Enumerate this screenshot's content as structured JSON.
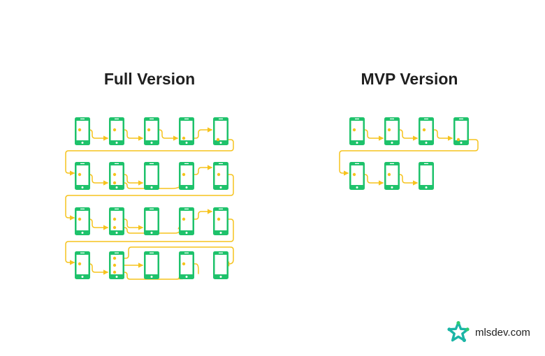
{
  "titles": {
    "full": "Full Version",
    "mvp": "MVP Version"
  },
  "logo": {
    "text": "mlsdev.com"
  },
  "colors": {
    "phone": "#1ec26b",
    "arrow": "#f6c31d",
    "text": "#1f1f1f",
    "logo_teal": "#1bb5a6",
    "logo_green": "#2ecc71"
  }
}
